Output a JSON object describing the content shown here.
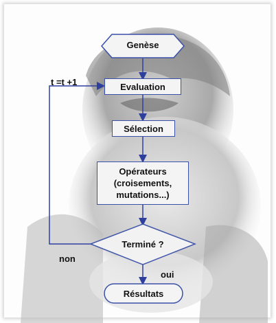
{
  "diagram": {
    "genesis": "Genèse",
    "evaluation": "Evaluation",
    "selection": "Sélection",
    "operators_line1": "Opérateurs",
    "operators_line2": "(croisements,",
    "operators_line3": "mutations...)",
    "decision": "Terminé ?",
    "results": "Résultats",
    "loop_label": "t =t +1",
    "no_label": "non",
    "yes_label": "oui"
  },
  "colors": {
    "arrow": "#2f3f9e",
    "box_border": "#3a4fa8",
    "box_fill": "#f4f4f4"
  }
}
